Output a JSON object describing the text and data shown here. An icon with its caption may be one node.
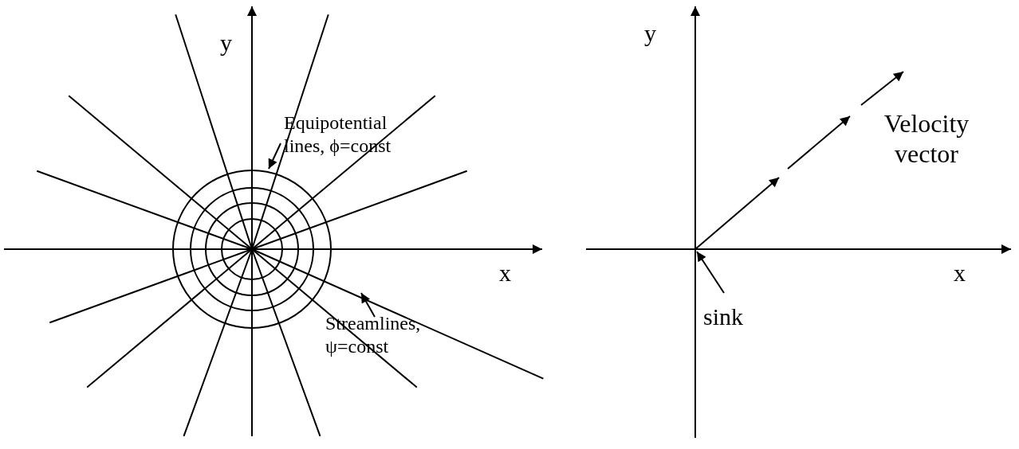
{
  "diagram": {
    "nodes": [
      {
        "text": [
          "Equipotential lines, ϕ=const"
        ]
      },
      {
        "text": [
          "Streamlines, ψ=const"
        ]
      },
      {
        "text": [
          "sink"
        ]
      }
    ],
    "edges": [
      {
        "from": 0,
        "to": null,
        "arrow": "to"
      },
      {
        "from": 1,
        "to": null,
        "arrow": "to"
      },
      {
        "from": 2,
        "to": null,
        "arrow": "to"
      }
    ],
    "labels": [
      "y",
      "y",
      "Velocity vector",
      "x",
      "x"
    ]
  }
}
